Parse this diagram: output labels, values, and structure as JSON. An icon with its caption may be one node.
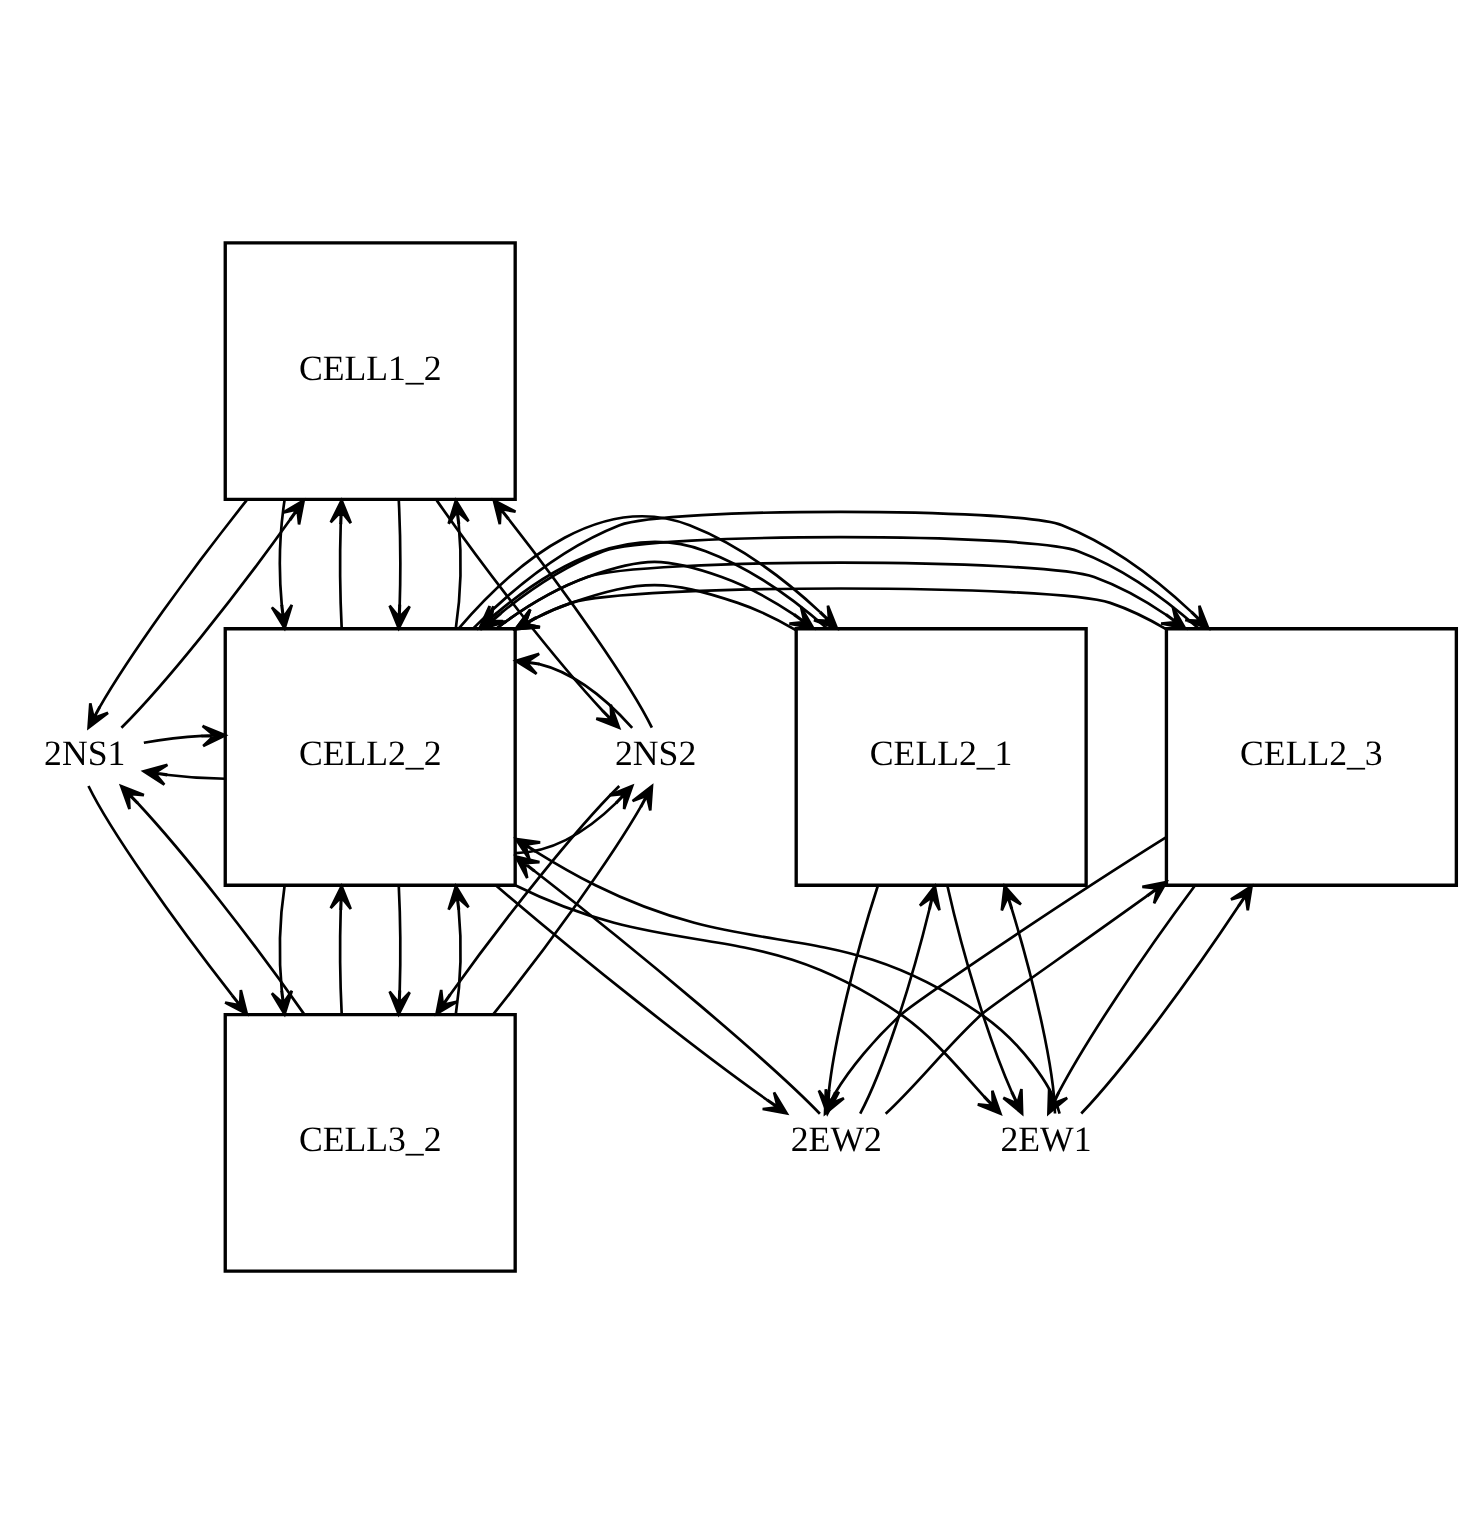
{
  "diagram": {
    "nodes": [
      {
        "text": [
          "CELL1_2"
        ]
      },
      {
        "text": [
          "CELL2_1"
        ]
      },
      {
        "text": [
          "CELL2_2"
        ]
      },
      {
        "text": [
          "CELL2_3"
        ]
      },
      {
        "text": [
          "CELL3_2"
        ]
      },
      {
        "text": [
          "2NS1"
        ]
      },
      {
        "text": [
          "2NS2"
        ]
      },
      {
        "text": [
          "2EW1"
        ]
      },
      {
        "text": [
          "2EW2"
        ]
      }
    ],
    "edges": [
      {
        "from": 0,
        "to": 2,
        "arrow": "to"
      },
      {
        "from": 2,
        "to": 0,
        "arrow": "to"
      },
      {
        "from": 0,
        "to": 2,
        "arrow": "to"
      },
      {
        "from": 2,
        "to": 0,
        "arrow": "to"
      },
      {
        "from": 1,
        "to": 2,
        "arrow": "to"
      },
      {
        "from": 2,
        "to": 1,
        "arrow": "to"
      },
      {
        "from": 1,
        "to": 2,
        "arrow": "to"
      },
      {
        "from": 2,
        "to": 1,
        "arrow": "to"
      },
      {
        "from": 3,
        "to": 2,
        "arrow": "to"
      },
      {
        "from": 2,
        "to": 3,
        "arrow": "to"
      },
      {
        "from": 3,
        "to": 2,
        "arrow": "to"
      },
      {
        "from": 2,
        "to": 3,
        "arrow": "to"
      },
      {
        "from": 2,
        "to": 4,
        "arrow": "to"
      },
      {
        "from": 4,
        "to": 2,
        "arrow": "to"
      },
      {
        "from": 2,
        "to": 4,
        "arrow": "to"
      },
      {
        "from": 4,
        "to": 2,
        "arrow": "to"
      },
      {
        "from": 5,
        "to": 0,
        "arrow": "to"
      },
      {
        "from": 0,
        "to": 5,
        "arrow": "to"
      },
      {
        "from": 2,
        "to": 5,
        "arrow": "to"
      },
      {
        "from": 5,
        "to": 2,
        "arrow": "to"
      },
      {
        "from": 4,
        "to": 5,
        "arrow": "to"
      },
      {
        "from": 5,
        "to": 4,
        "arrow": "to"
      },
      {
        "from": 6,
        "to": 0,
        "arrow": "to"
      },
      {
        "from": 0,
        "to": 6,
        "arrow": "to"
      },
      {
        "from": 2,
        "to": 6,
        "arrow": "to"
      },
      {
        "from": 6,
        "to": 2,
        "arrow": "to"
      },
      {
        "from": 4,
        "to": 6,
        "arrow": "to"
      },
      {
        "from": 6,
        "to": 4,
        "arrow": "to"
      },
      {
        "from": 7,
        "to": 1,
        "arrow": "to"
      },
      {
        "from": 1,
        "to": 7,
        "arrow": "to"
      },
      {
        "from": 2,
        "to": 7,
        "arrow": "to"
      },
      {
        "from": 7,
        "to": 2,
        "arrow": "to"
      },
      {
        "from": 3,
        "to": 7,
        "arrow": "to"
      },
      {
        "from": 7,
        "to": 3,
        "arrow": "to"
      },
      {
        "from": 1,
        "to": 8,
        "arrow": "to"
      },
      {
        "from": 8,
        "to": 1,
        "arrow": "to"
      },
      {
        "from": 2,
        "to": 8,
        "arrow": "to"
      },
      {
        "from": 8,
        "to": 2,
        "arrow": "to"
      },
      {
        "from": 3,
        "to": 8,
        "arrow": "to"
      },
      {
        "from": 8,
        "to": 3,
        "arrow": "to"
      }
    ]
  }
}
